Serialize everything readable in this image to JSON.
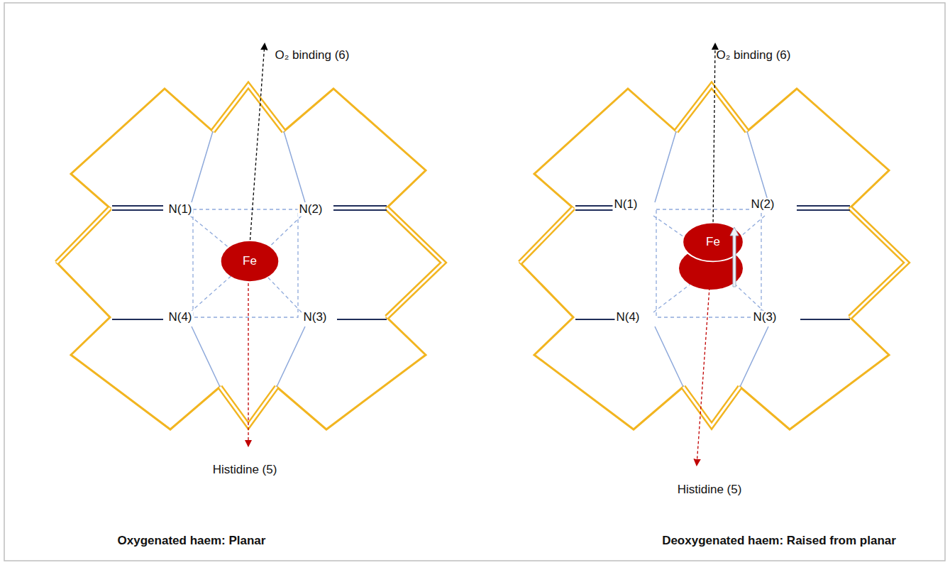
{
  "diagram": {
    "nodes": [
      {
        "text": [
          "Fe"
        ]
      },
      {
        "text": [
          "Fe"
        ]
      }
    ],
    "labels": [
      "O₂ binding (6)",
      "N(1)",
      "N(2)",
      "N(4)",
      "N(3)",
      "Histidine (5)",
      "Oxygenated haem: Planar",
      "O₂ binding (6)",
      "N(1)",
      "N(2)",
      "N(4)",
      "N(3)",
      "Histidine (5)",
      "Deoxygenated haem: Raised from planar"
    ]
  }
}
